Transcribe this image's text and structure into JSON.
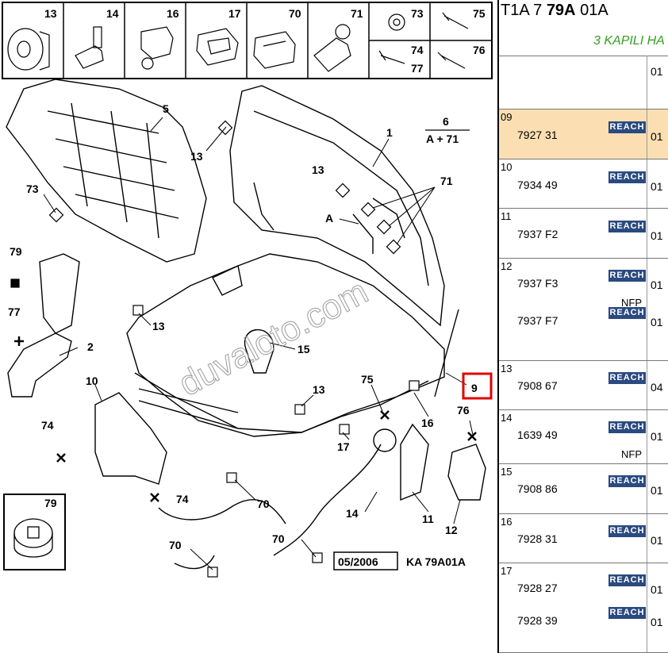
{
  "header": {
    "title_prefix": "T1A 7 ",
    "title_bold": "79A",
    "title_suffix": " 01A",
    "subtitle": "3 KAPILI HA"
  },
  "diagram": {
    "watermark": "duvaloto.com",
    "date_code": "05/2006",
    "ref_code": "KA 79A01A",
    "fraction_top": "6",
    "fraction_bottom": "A + 71",
    "letter_a": "A",
    "thumbnails": [
      "13",
      "14",
      "16",
      "17",
      "70",
      "71",
      "73",
      "75",
      "74",
      "77",
      "76"
    ],
    "inset_label": "79",
    "highlighted_label": "9",
    "labels": [
      "5",
      "13",
      "73",
      "79",
      "77",
      "2",
      "10",
      "74",
      "74",
      "1",
      "13",
      "71",
      "15",
      "13",
      "75",
      "16",
      "76",
      "17",
      "70",
      "70",
      "14",
      "70",
      "11",
      "12",
      "13"
    ]
  },
  "parts": [
    {
      "row": "",
      "lines": [
        {
          "ref": "",
          "nfp": "",
          "qty": "01",
          "reach": false
        }
      ]
    },
    {
      "row": "09",
      "highlighted": true,
      "lines": [
        {
          "ref": "7927 31",
          "nfp": "",
          "qty": "01",
          "reach": true
        }
      ]
    },
    {
      "row": "10",
      "lines": [
        {
          "ref": "7934 49",
          "nfp": "",
          "qty": "01",
          "reach": true
        }
      ]
    },
    {
      "row": "11",
      "lines": [
        {
          "ref": "7937 F2",
          "nfp": "",
          "qty": "01",
          "reach": true
        }
      ]
    },
    {
      "row": "12",
      "lines": [
        {
          "ref": "7937 F3",
          "nfp": "NFP",
          "qty": "01",
          "reach": true
        },
        {
          "ref": "7937 F7",
          "nfp": "",
          "qty": "01",
          "reach": true
        }
      ]
    },
    {
      "row": "13",
      "lines": [
        {
          "ref": "7908 67",
          "nfp": "",
          "qty": "04",
          "reach": true
        }
      ]
    },
    {
      "row": "14",
      "lines": [
        {
          "ref": "1639 49",
          "nfp": "NFP",
          "qty": "01",
          "reach": true
        }
      ]
    },
    {
      "row": "15",
      "lines": [
        {
          "ref": "7908 86",
          "nfp": "",
          "qty": "01",
          "reach": true
        }
      ]
    },
    {
      "row": "16",
      "lines": [
        {
          "ref": "7928 31",
          "nfp": "",
          "qty": "01",
          "reach": true
        }
      ]
    },
    {
      "row": "17",
      "lines": [
        {
          "ref": "7928 27",
          "nfp": "",
          "qty": "01",
          "reach": true
        },
        {
          "ref": "7928 39",
          "nfp": "",
          "qty": "01",
          "reach": true
        }
      ]
    }
  ],
  "badge_text": "REACH"
}
